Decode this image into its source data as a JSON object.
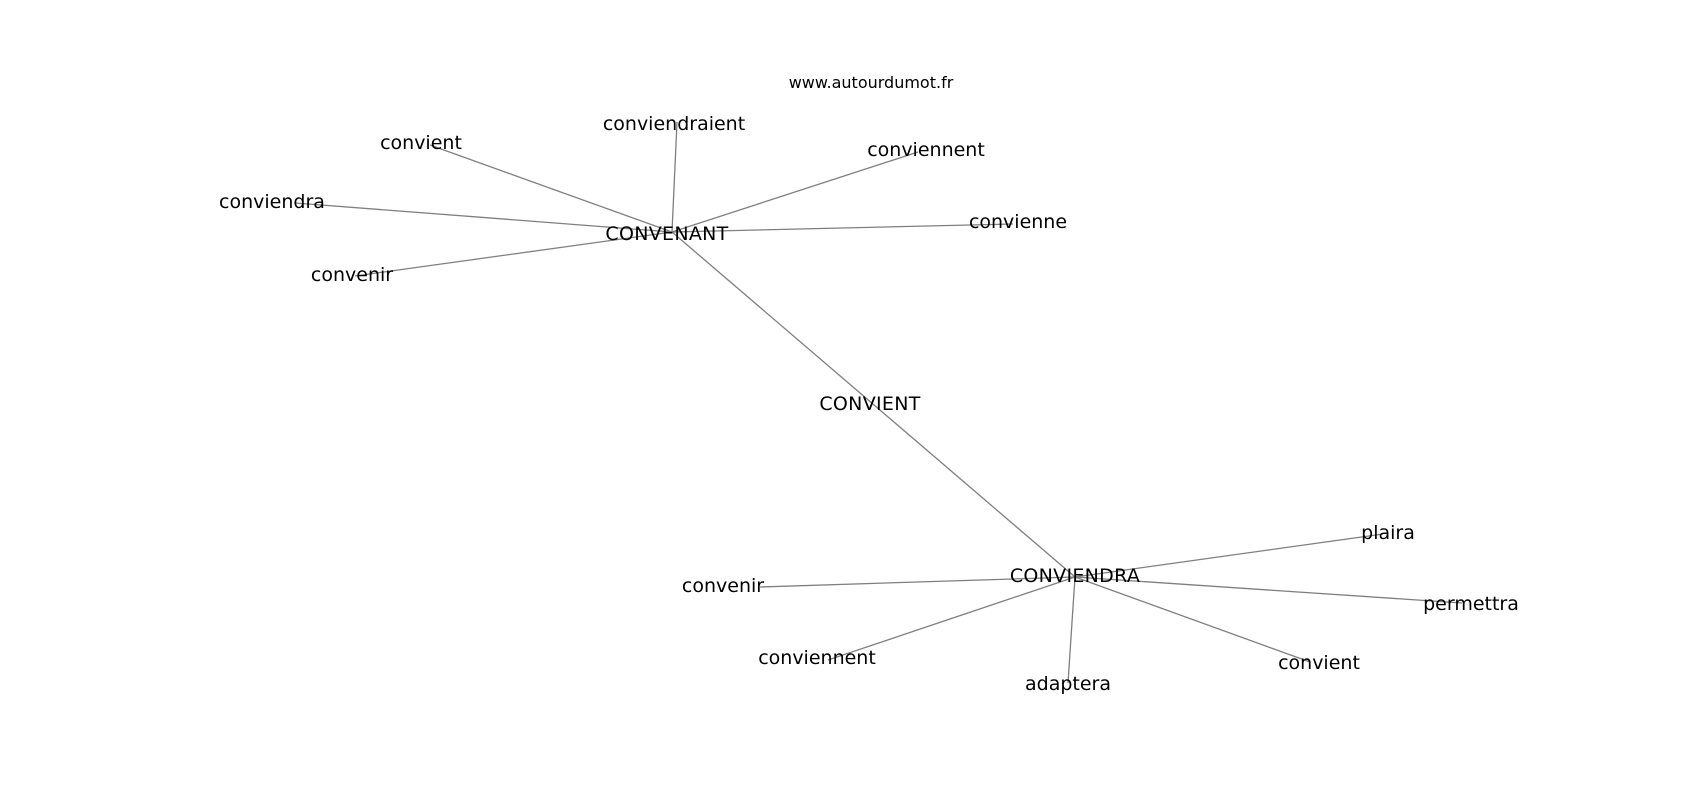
{
  "source": "www.autourdumot.fr",
  "center": {
    "id": "convient-center",
    "label": "CONVIENT"
  },
  "hubs": [
    {
      "id": "convenant",
      "label": "CONVENANT"
    },
    {
      "id": "conviendra",
      "label": "CONVIENDRA"
    }
  ],
  "words": [
    {
      "id": "conviendraient",
      "label": "conviendraient",
      "hub": "convenant"
    },
    {
      "id": "convient-a",
      "label": "convient",
      "hub": "convenant"
    },
    {
      "id": "conviennent-a",
      "label": "conviennent",
      "hub": "convenant"
    },
    {
      "id": "conviendra-a",
      "label": "conviendra",
      "hub": "convenant"
    },
    {
      "id": "convienne",
      "label": "convienne",
      "hub": "convenant"
    },
    {
      "id": "convenir-a",
      "label": "convenir",
      "hub": "convenant"
    },
    {
      "id": "plaira",
      "label": "plaira",
      "hub": "conviendra"
    },
    {
      "id": "convenir-b",
      "label": "convenir",
      "hub": "conviendra"
    },
    {
      "id": "permettra",
      "label": "permettra",
      "hub": "conviendra"
    },
    {
      "id": "conviennent-b",
      "label": "conviennent",
      "hub": "conviendra"
    },
    {
      "id": "convient-b",
      "label": "convient",
      "hub": "conviendra"
    },
    {
      "id": "adaptera",
      "label": "adaptera",
      "hub": "conviendra"
    }
  ]
}
